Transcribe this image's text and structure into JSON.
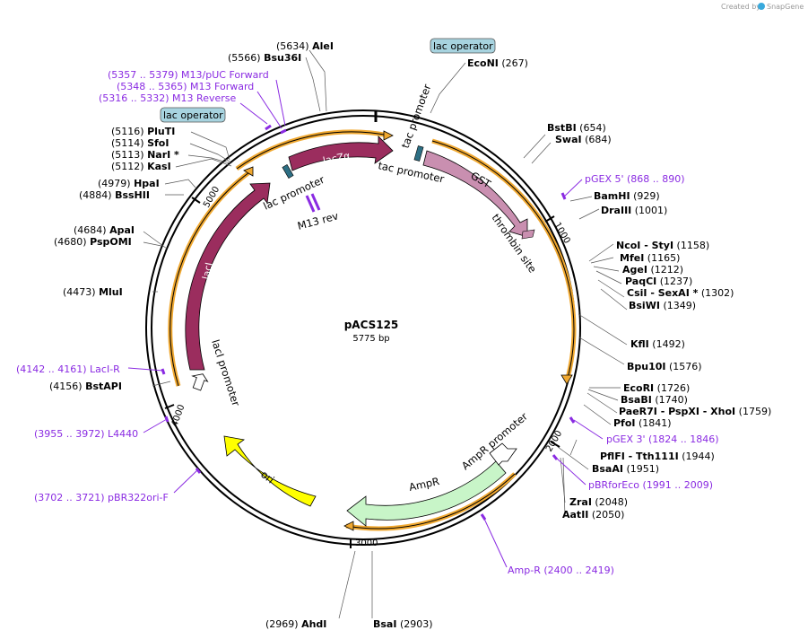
{
  "credit": {
    "prefix": "Created by",
    "brand": "SnapGene"
  },
  "plasmid": {
    "name": "pACS125",
    "length_label": "5775 bp"
  },
  "ticks": [
    "1000",
    "2000",
    "3000",
    "4000",
    "5000"
  ],
  "features": {
    "lacZa": "lacZα",
    "GST": "GST",
    "lacI": "lacI",
    "AmpR": "AmpR",
    "ori": "ori",
    "tac1": "tac promoter",
    "tac2": "tac promoter",
    "lacp": "lac promoter",
    "lacIp": "lacI promoter",
    "ampRp": "AmpR promoter",
    "thrombin": "thrombin site",
    "m13rev": "M13 rev",
    "lacop_box_left": "lac operator",
    "lacop_box_top": "lac operator"
  },
  "sites": [
    {
      "pos": "(5634)",
      "name": "AleI"
    },
    {
      "pos": "(5566)",
      "name": "Bsu36I"
    },
    {
      "pos": "(267)",
      "name": "EcoNI"
    },
    {
      "pos": "(654)",
      "name": "BstBI"
    },
    {
      "pos": "(684)",
      "name": "SwaI"
    },
    {
      "pos": "(929)",
      "name": "BamHI"
    },
    {
      "pos": "(1001)",
      "name": "DraIII"
    },
    {
      "pos": "(1158)",
      "name": "NcoI  - StyI"
    },
    {
      "pos": "(1165)",
      "name": "MfeI"
    },
    {
      "pos": "(1212)",
      "name": "AgeI"
    },
    {
      "pos": "(1237)",
      "name": "PaqCI"
    },
    {
      "pos": "(1302)",
      "name": "CsiI  - SexAI *"
    },
    {
      "pos": "(1349)",
      "name": "BsiWI"
    },
    {
      "pos": "(1492)",
      "name": "KflI"
    },
    {
      "pos": "(1576)",
      "name": "Bpu10I"
    },
    {
      "pos": "(1726)",
      "name": "EcoRI"
    },
    {
      "pos": "(1740)",
      "name": "BsaBI"
    },
    {
      "pos": "(1759)",
      "name": "PaeR7I  - PspXI  - XhoI"
    },
    {
      "pos": "(1841)",
      "name": "PfoI"
    },
    {
      "pos": "(1944)",
      "name": "PflFI  - Tth111I"
    },
    {
      "pos": "(1951)",
      "name": "BsaAI"
    },
    {
      "pos": "(2048)",
      "name": "ZraI"
    },
    {
      "pos": "(2050)",
      "name": "AatII"
    },
    {
      "pos": "(2903)",
      "name": "BsaI"
    },
    {
      "pos": "(2969)",
      "name": "AhdI"
    },
    {
      "pos": "(4156)",
      "name": "BstAPI"
    },
    {
      "pos": "(4473)",
      "name": "MluI"
    },
    {
      "pos": "(4680)",
      "name": "PspOMI"
    },
    {
      "pos": "(4684)",
      "name": "ApaI"
    },
    {
      "pos": "(4884)",
      "name": "BssHII"
    },
    {
      "pos": "(4979)",
      "name": "HpaI"
    },
    {
      "pos": "(5112)",
      "name": "KasI"
    },
    {
      "pos": "(5113)",
      "name": "NarI *"
    },
    {
      "pos": "(5114)",
      "name": "SfoI"
    },
    {
      "pos": "(5116)",
      "name": "PluTI"
    }
  ],
  "primers": [
    {
      "label": "(5357 .. 5379)  M13/pUC Forward"
    },
    {
      "label": "(5348 .. 5365)  M13 Forward"
    },
    {
      "label": "(5316 .. 5332)  M13 Reverse"
    },
    {
      "label": "pGEX 5'    (868 .. 890)"
    },
    {
      "label": "pGEX 3'    (1824 .. 1846)"
    },
    {
      "label": "pBRforEco    (1991 .. 2009)"
    },
    {
      "label": "Amp-R    (2400 .. 2419)"
    },
    {
      "label": "(4142 .. 4161)  LacI-R"
    },
    {
      "label": "(3955 .. 3972)  L4440"
    },
    {
      "label": "(3702 .. 3721)  pBR322ori-F"
    }
  ],
  "colors": {
    "lacZa": "#9b2d5e",
    "GST": "#c98fb0",
    "lacI": "#9b2d5e",
    "AmpR": "#c8f5c8",
    "ori": "#ffff00",
    "primer": "#8a2be2",
    "orf": "#f0a830",
    "lacop_box": "#a7d3df"
  }
}
